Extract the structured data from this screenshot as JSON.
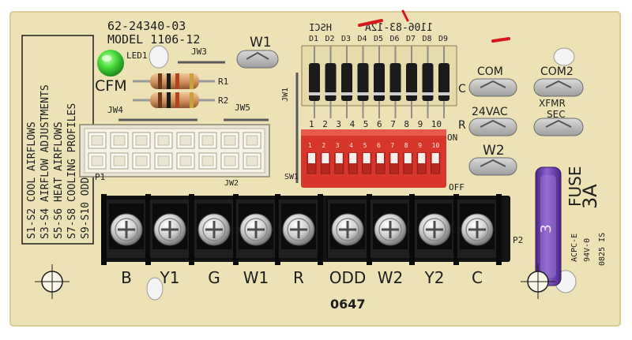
{
  "board": {
    "part_number": "62-24340-03",
    "model": "MODEL  1106-12",
    "board_code": "0647",
    "colors": {
      "pcb": "#ede2b6",
      "silkscreen": "#1d1d1d",
      "dip_switch": "#d8362c",
      "terminal_block": "#151515",
      "fuse": "#6a3ea8",
      "led": "#3fd23a"
    }
  },
  "labels": {
    "led": "LED1",
    "cfm": "CFM",
    "r1": "R1",
    "r2": "R2",
    "jw3": "JW3",
    "jw4": "JW4",
    "jw5": "JW5",
    "jw1": "JW1",
    "jw2": "JW2",
    "sw1": "SW1",
    "on": "ON",
    "off": "OFF",
    "c": "C",
    "r": "R",
    "w1": "W1",
    "w2": "W2",
    "com": "COM",
    "com2": "COM2",
    "vac24": "24VAC",
    "xfmr": "XFMR",
    "sec": "SEC",
    "p1": "P1",
    "p2": "P2",
    "fuse_text": "FUSE",
    "fuse_rating": "3A",
    "approval_1": "ACPC-E",
    "approval_2": "94V-0",
    "approval_3": "0825 IS"
  },
  "mirrored": {
    "code": "1106-83-12A",
    "mark": "HSCI"
  },
  "switch_legend": [
    "S1-S2  COOL AIRFLOWS",
    "S3-S4  AIRFLOW ADJUSTMENTS",
    "S5-S6  HEAT AIRFLOWS",
    "S7-S8  COOLING PROFILES",
    "S9-S10  ODD OPTION"
  ],
  "diode_labels": [
    "D1",
    "D2",
    "D3",
    "D4",
    "D5",
    "D6",
    "D7",
    "D8",
    "D9"
  ],
  "dip_numbers_top": [
    "1",
    "2",
    "3",
    "4",
    "5",
    "6",
    "7",
    "8",
    "9",
    "10"
  ],
  "dip_numbers_red": [
    "1",
    "2",
    "3",
    "4",
    "5",
    "6",
    "7",
    "8",
    "9",
    "10"
  ],
  "terminals": [
    "B",
    "Y1",
    "G",
    "W1",
    "R",
    "ODD",
    "W2",
    "Y2",
    "C"
  ]
}
